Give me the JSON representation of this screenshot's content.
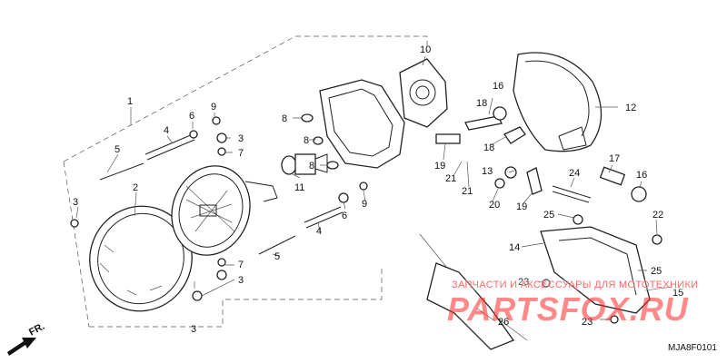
{
  "diagram": {
    "code": "MJA8F0101",
    "direction_label": "FR.",
    "callouts": [
      {
        "id": "c1",
        "text": "1"
      },
      {
        "id": "c2",
        "text": "2"
      },
      {
        "id": "c3a",
        "text": "3"
      },
      {
        "id": "c3b",
        "text": "3"
      },
      {
        "id": "c3c",
        "text": "3"
      },
      {
        "id": "c3d",
        "text": "3"
      },
      {
        "id": "c4a",
        "text": "4"
      },
      {
        "id": "c4b",
        "text": "4"
      },
      {
        "id": "c5a",
        "text": "5"
      },
      {
        "id": "c5b",
        "text": "5"
      },
      {
        "id": "c6a",
        "text": "6"
      },
      {
        "id": "c6b",
        "text": "6"
      },
      {
        "id": "c7a",
        "text": "7"
      },
      {
        "id": "c7b",
        "text": "7"
      },
      {
        "id": "c8a",
        "text": "8"
      },
      {
        "id": "c8b",
        "text": "8"
      },
      {
        "id": "c8c",
        "text": "8"
      },
      {
        "id": "c9a",
        "text": "9"
      },
      {
        "id": "c9b",
        "text": "9"
      },
      {
        "id": "c10",
        "text": "10"
      },
      {
        "id": "c11",
        "text": "11"
      },
      {
        "id": "c12",
        "text": "12"
      },
      {
        "id": "c13",
        "text": "13"
      },
      {
        "id": "c14",
        "text": "14"
      },
      {
        "id": "c15",
        "text": "15"
      },
      {
        "id": "c16a",
        "text": "16"
      },
      {
        "id": "c16b",
        "text": "16"
      },
      {
        "id": "c17",
        "text": "17"
      },
      {
        "id": "c18a",
        "text": "18"
      },
      {
        "id": "c18b",
        "text": "18"
      },
      {
        "id": "c19a",
        "text": "19"
      },
      {
        "id": "c19b",
        "text": "19"
      },
      {
        "id": "c20",
        "text": "20"
      },
      {
        "id": "c21a",
        "text": "21"
      },
      {
        "id": "c21b",
        "text": "21"
      },
      {
        "id": "c22",
        "text": "22"
      },
      {
        "id": "c23a",
        "text": "23"
      },
      {
        "id": "c23b",
        "text": "23"
      },
      {
        "id": "c24",
        "text": "24"
      },
      {
        "id": "c25a",
        "text": "25"
      },
      {
        "id": "c25b",
        "text": "25"
      },
      {
        "id": "c26",
        "text": "26"
      }
    ]
  },
  "watermark": {
    "tagline": "ЗАПЧАСТИ И АКСЕССУАРЫ ДЛЯ МОТОТЕХНИКИ",
    "brand": "PARTSFOX",
    "domain": ".RU",
    "color": "#ff3030"
  }
}
